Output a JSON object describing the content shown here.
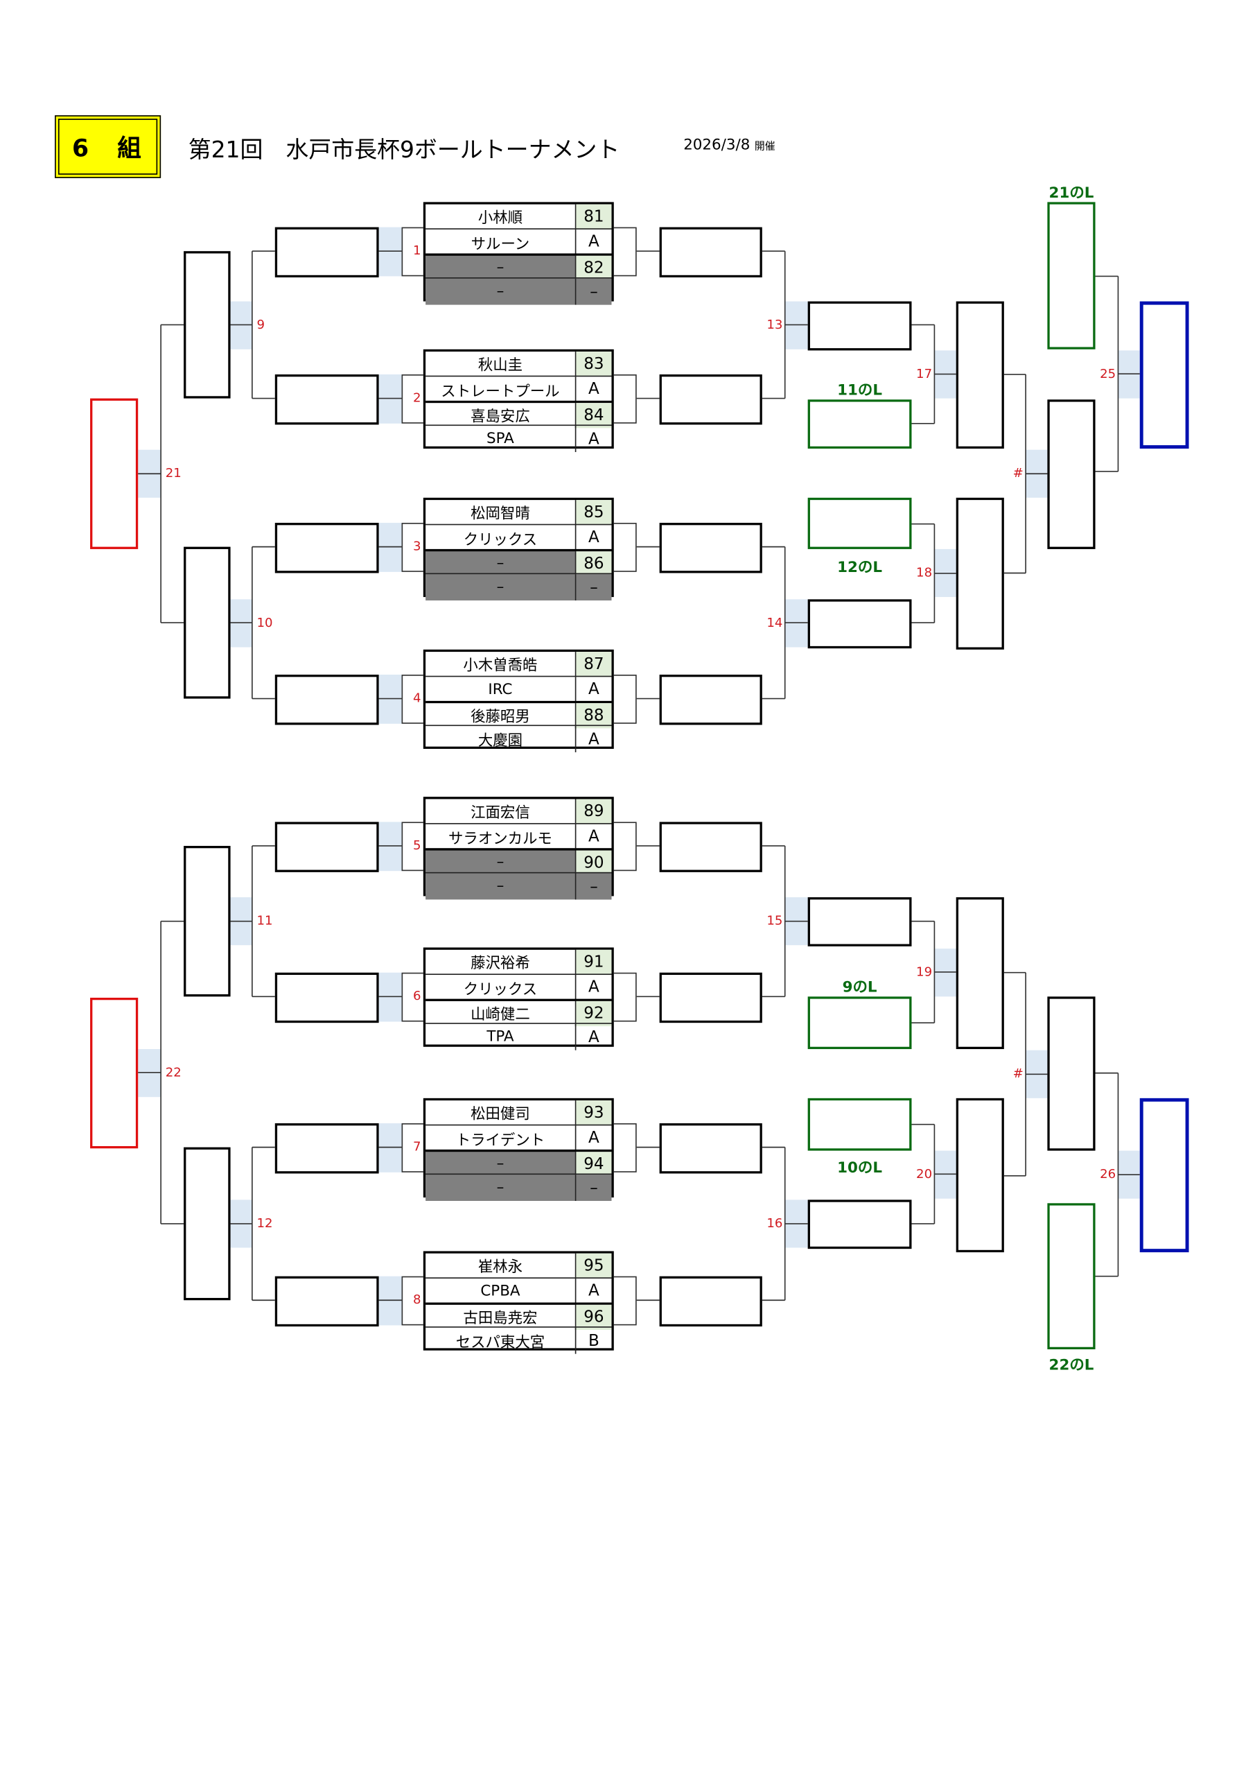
{
  "header": {
    "group_label": "6　組",
    "title": "第21回　水戸市長杯9ボールトーナメント",
    "date": "2026/3/8",
    "date_suffix": "開催"
  },
  "groups": [
    {
      "match": "1",
      "rows": [
        {
          "name": "小林順",
          "seed": "81"
        },
        {
          "name": "サルーン",
          "seed": "A"
        },
        {
          "name": "–",
          "seed": "82",
          "bye": true
        },
        {
          "name": "–",
          "seed": "–",
          "bye": true
        }
      ]
    },
    {
      "match": "2",
      "rows": [
        {
          "name": "秋山圭",
          "seed": "83"
        },
        {
          "name": "ストレートプール",
          "seed": "A"
        },
        {
          "name": "喜島安広",
          "seed": "84"
        },
        {
          "name": "SPA",
          "seed": "A"
        }
      ]
    },
    {
      "match": "3",
      "rows": [
        {
          "name": "松岡智晴",
          "seed": "85"
        },
        {
          "name": "クリックス",
          "seed": "A"
        },
        {
          "name": "–",
          "seed": "86",
          "bye": true
        },
        {
          "name": "–",
          "seed": "–",
          "bye": true
        }
      ]
    },
    {
      "match": "4",
      "rows": [
        {
          "name": "小木曽喬皓",
          "seed": "87"
        },
        {
          "name": "IRC",
          "seed": "A"
        },
        {
          "name": "後藤昭男",
          "seed": "88"
        },
        {
          "name": "大慶園",
          "seed": "A"
        }
      ]
    },
    {
      "match": "5",
      "rows": [
        {
          "name": "江面宏信",
          "seed": "89"
        },
        {
          "name": "サラオンカルモ",
          "seed": "A"
        },
        {
          "name": "–",
          "seed": "90",
          "bye": true
        },
        {
          "name": "–",
          "seed": "–",
          "bye": true
        }
      ]
    },
    {
      "match": "6",
      "rows": [
        {
          "name": "藤沢裕希",
          "seed": "91"
        },
        {
          "name": "クリックス",
          "seed": "A"
        },
        {
          "name": "山崎健二",
          "seed": "92"
        },
        {
          "name": "TPA",
          "seed": "A"
        }
      ]
    },
    {
      "match": "7",
      "rows": [
        {
          "name": "松田健司",
          "seed": "93"
        },
        {
          "name": "トライデント",
          "seed": "A"
        },
        {
          "name": "–",
          "seed": "94",
          "bye": true
        },
        {
          "name": "–",
          "seed": "–",
          "bye": true
        }
      ]
    },
    {
      "match": "8",
      "rows": [
        {
          "name": "崔林永",
          "seed": "95"
        },
        {
          "name": "CPBA",
          "seed": "A"
        },
        {
          "name": "古田島尭宏",
          "seed": "96"
        },
        {
          "name": "セスパ東大宮",
          "seed": "B"
        }
      ]
    }
  ],
  "matches": {
    "m9": "9",
    "m10": "10",
    "m11": "11",
    "m12": "12",
    "m13": "13",
    "m14": "14",
    "m15": "15",
    "m16": "16",
    "m17": "17",
    "m18": "18",
    "m19": "19",
    "m20": "20",
    "m21": "21",
    "m22": "22",
    "m25": "25",
    "m26": "26",
    "hash_top": "#",
    "hash_bottom": "#"
  },
  "loser_slots": {
    "l11": "11のL",
    "l12": "12のL",
    "l9": "9のL",
    "l10": "10のL",
    "l21": "21のL",
    "l22": "22のL"
  },
  "colors": {
    "seed_bg": "#e2efda",
    "bye_bg": "#808080",
    "band": "#dce8f4",
    "final_box": "#0010b0",
    "semi_box": "#e01010",
    "loser_box": "#0a6b12",
    "number": "#d01a20",
    "group_bg": "#ffff00"
  }
}
